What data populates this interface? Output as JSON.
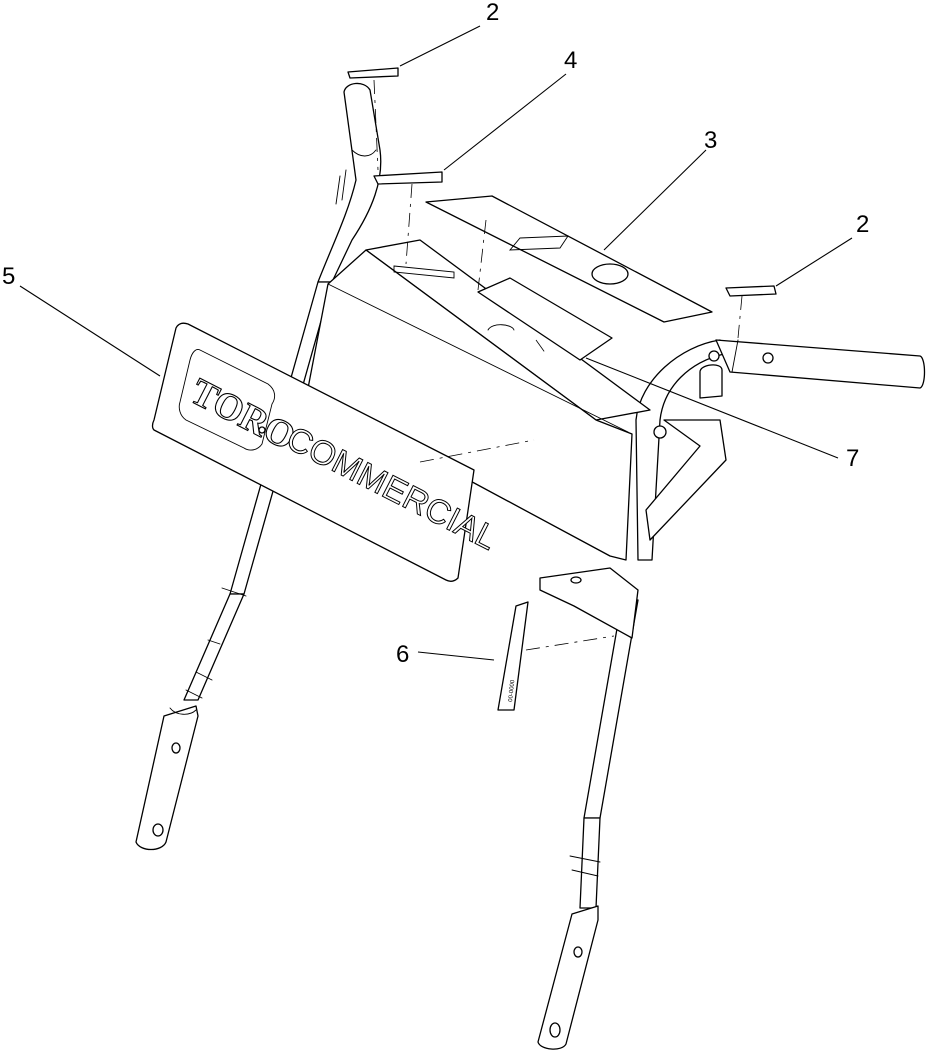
{
  "callouts": [
    {
      "id": "2a",
      "label": "2"
    },
    {
      "id": "4",
      "label": "4"
    },
    {
      "id": "3",
      "label": "3"
    },
    {
      "id": "2b",
      "label": "2"
    },
    {
      "id": "5",
      "label": "5"
    },
    {
      "id": "7",
      "label": "7"
    },
    {
      "id": "6",
      "label": "6"
    }
  ],
  "decal": {
    "brand": "TORO",
    "line": "COMMERCIAL"
  },
  "colors": {
    "line": "#000000",
    "background": "#ffffff"
  }
}
